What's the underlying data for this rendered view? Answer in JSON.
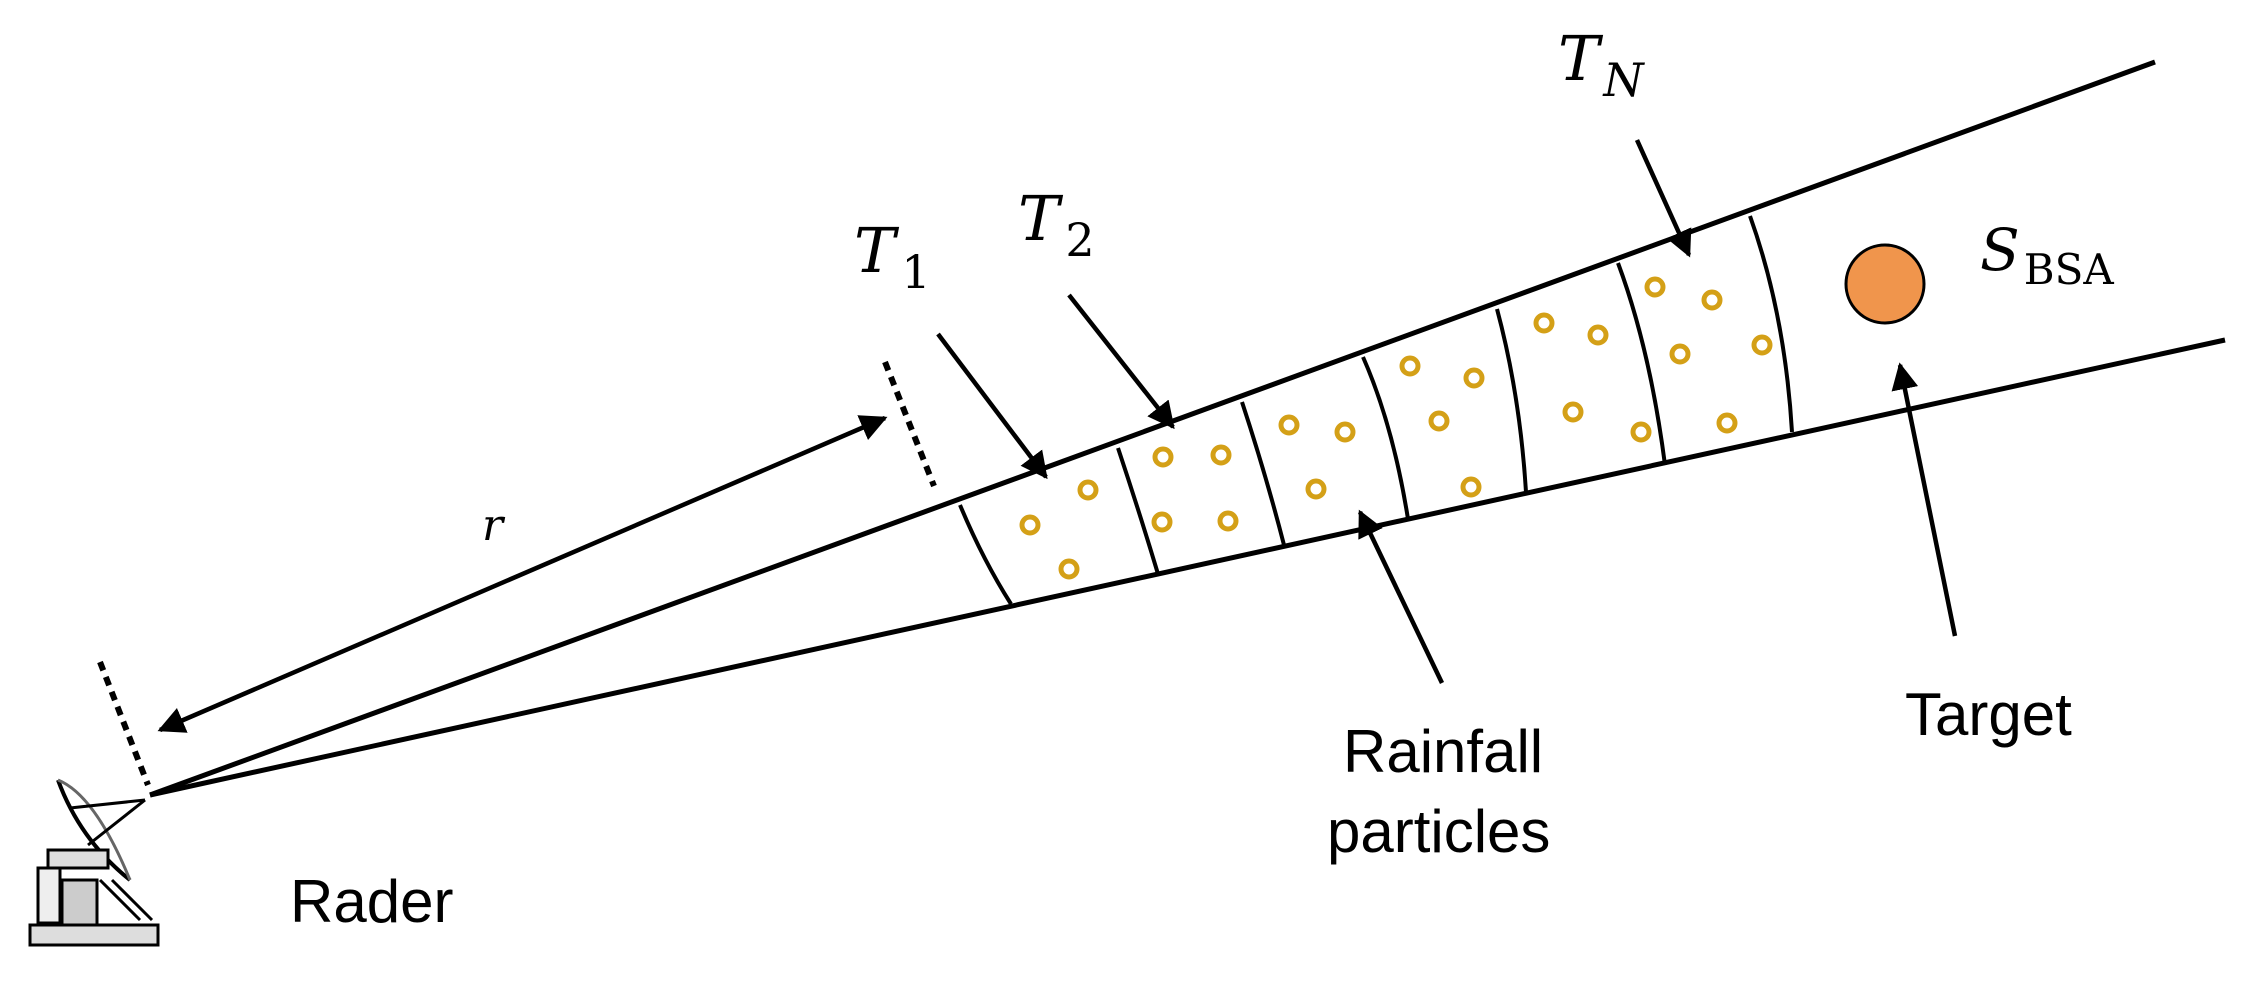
{
  "labels": {
    "r": "r",
    "t1_main": "T",
    "t1_sub": "1",
    "t2_main": "T",
    "t2_sub": "2",
    "tn_main": "T",
    "tn_sub": "N",
    "s_main": "S",
    "s_sub": "BSA",
    "rainfall_line1": "Rainfall",
    "rainfall_line2": "particles",
    "target": "Target",
    "rader": "Rader"
  },
  "colors": {
    "particle": "#d4a017",
    "target": "#f0954c",
    "line": "#000000"
  },
  "icons": {
    "radar": "radar-dish-icon"
  }
}
